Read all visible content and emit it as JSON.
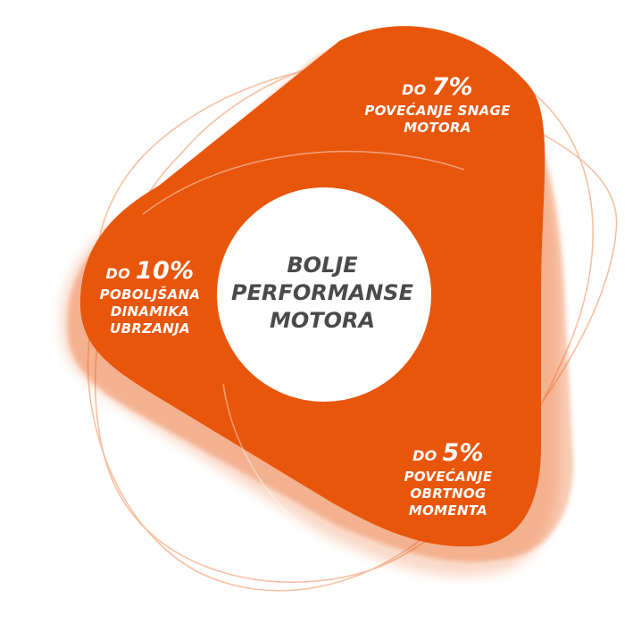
{
  "colors": {
    "accent": "#e8560c",
    "accent_light": "#f6b08b",
    "center_text": "#4a4a4a",
    "background": "#ffffff"
  },
  "center": {
    "lines": [
      "BOLJE",
      "PERFORMANSE",
      "MOTORA"
    ]
  },
  "segments": {
    "top": {
      "prefix": "DO",
      "value": "7%",
      "lines": [
        "POVEĆANJE SNAGE",
        "MOTORA"
      ]
    },
    "left": {
      "prefix": "DO",
      "value": "10%",
      "lines": [
        "POBOLJŠANA",
        "DINAMIKA",
        "UBRZANJA"
      ]
    },
    "bottom": {
      "prefix": "DO",
      "value": "5%",
      "lines": [
        "POVEĆANJE",
        "OBRTNOG",
        "MOMENTA"
      ]
    }
  }
}
